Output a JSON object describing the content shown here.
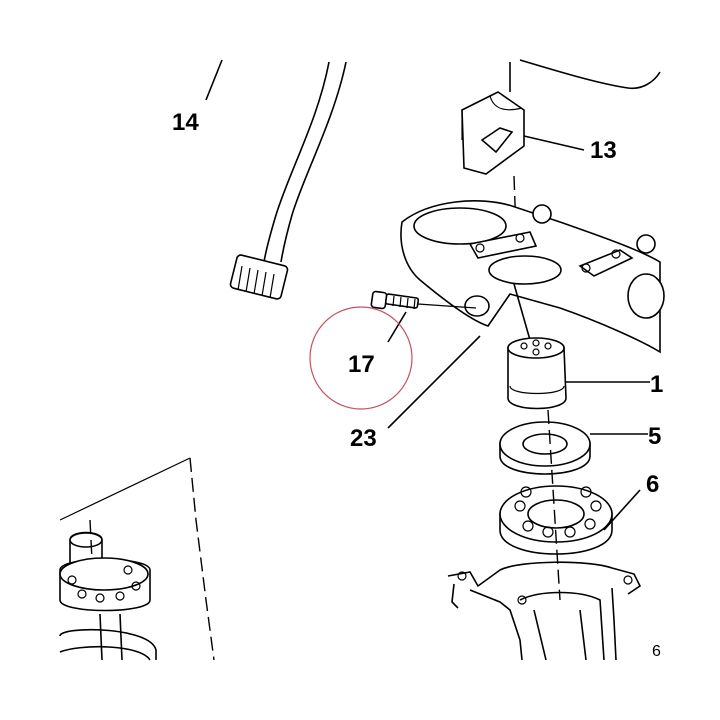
{
  "diagram": {
    "callouts": [
      {
        "id": "14",
        "text": "14"
      },
      {
        "id": "13",
        "text": "13"
      },
      {
        "id": "1",
        "text": "1"
      },
      {
        "id": "5",
        "text": "5"
      },
      {
        "id": "6",
        "text": "6"
      },
      {
        "id": "17",
        "text": "17"
      },
      {
        "id": "23",
        "text": "23"
      },
      {
        "id": "6b",
        "text": "6"
      }
    ],
    "highlight": {
      "target": "17",
      "color": "#c85060"
    },
    "colors": {
      "ink": "#000000",
      "background": "#ffffff",
      "highlight_ring": "#c85060"
    }
  }
}
